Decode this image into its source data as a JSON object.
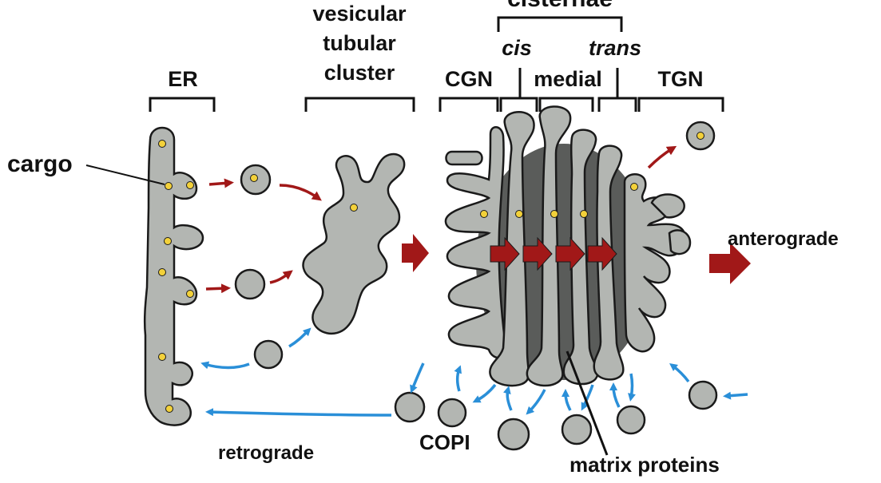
{
  "labels": {
    "er": "ER",
    "vtc_line1": "vesicular",
    "vtc_line2": "tubular",
    "vtc_line3": "cluster",
    "cisternae": "cisternae",
    "cis": "cis",
    "trans": "trans",
    "cgn": "CGN",
    "medial": "medial",
    "tgn": "TGN",
    "cargo": "cargo",
    "anterograde": "anterograde",
    "retrograde": "retrograde",
    "copi": "COPI",
    "matrix_proteins": "matrix proteins"
  },
  "colors": {
    "membrane_fill": "#b3b6b2",
    "membrane_stroke": "#1a1a1a",
    "matrix_fill": "#5a5c5a",
    "cargo_dot": "#f3d13a",
    "anterograde_arrow": "#a11818",
    "retrograde_arrow": "#2a8fd8"
  }
}
